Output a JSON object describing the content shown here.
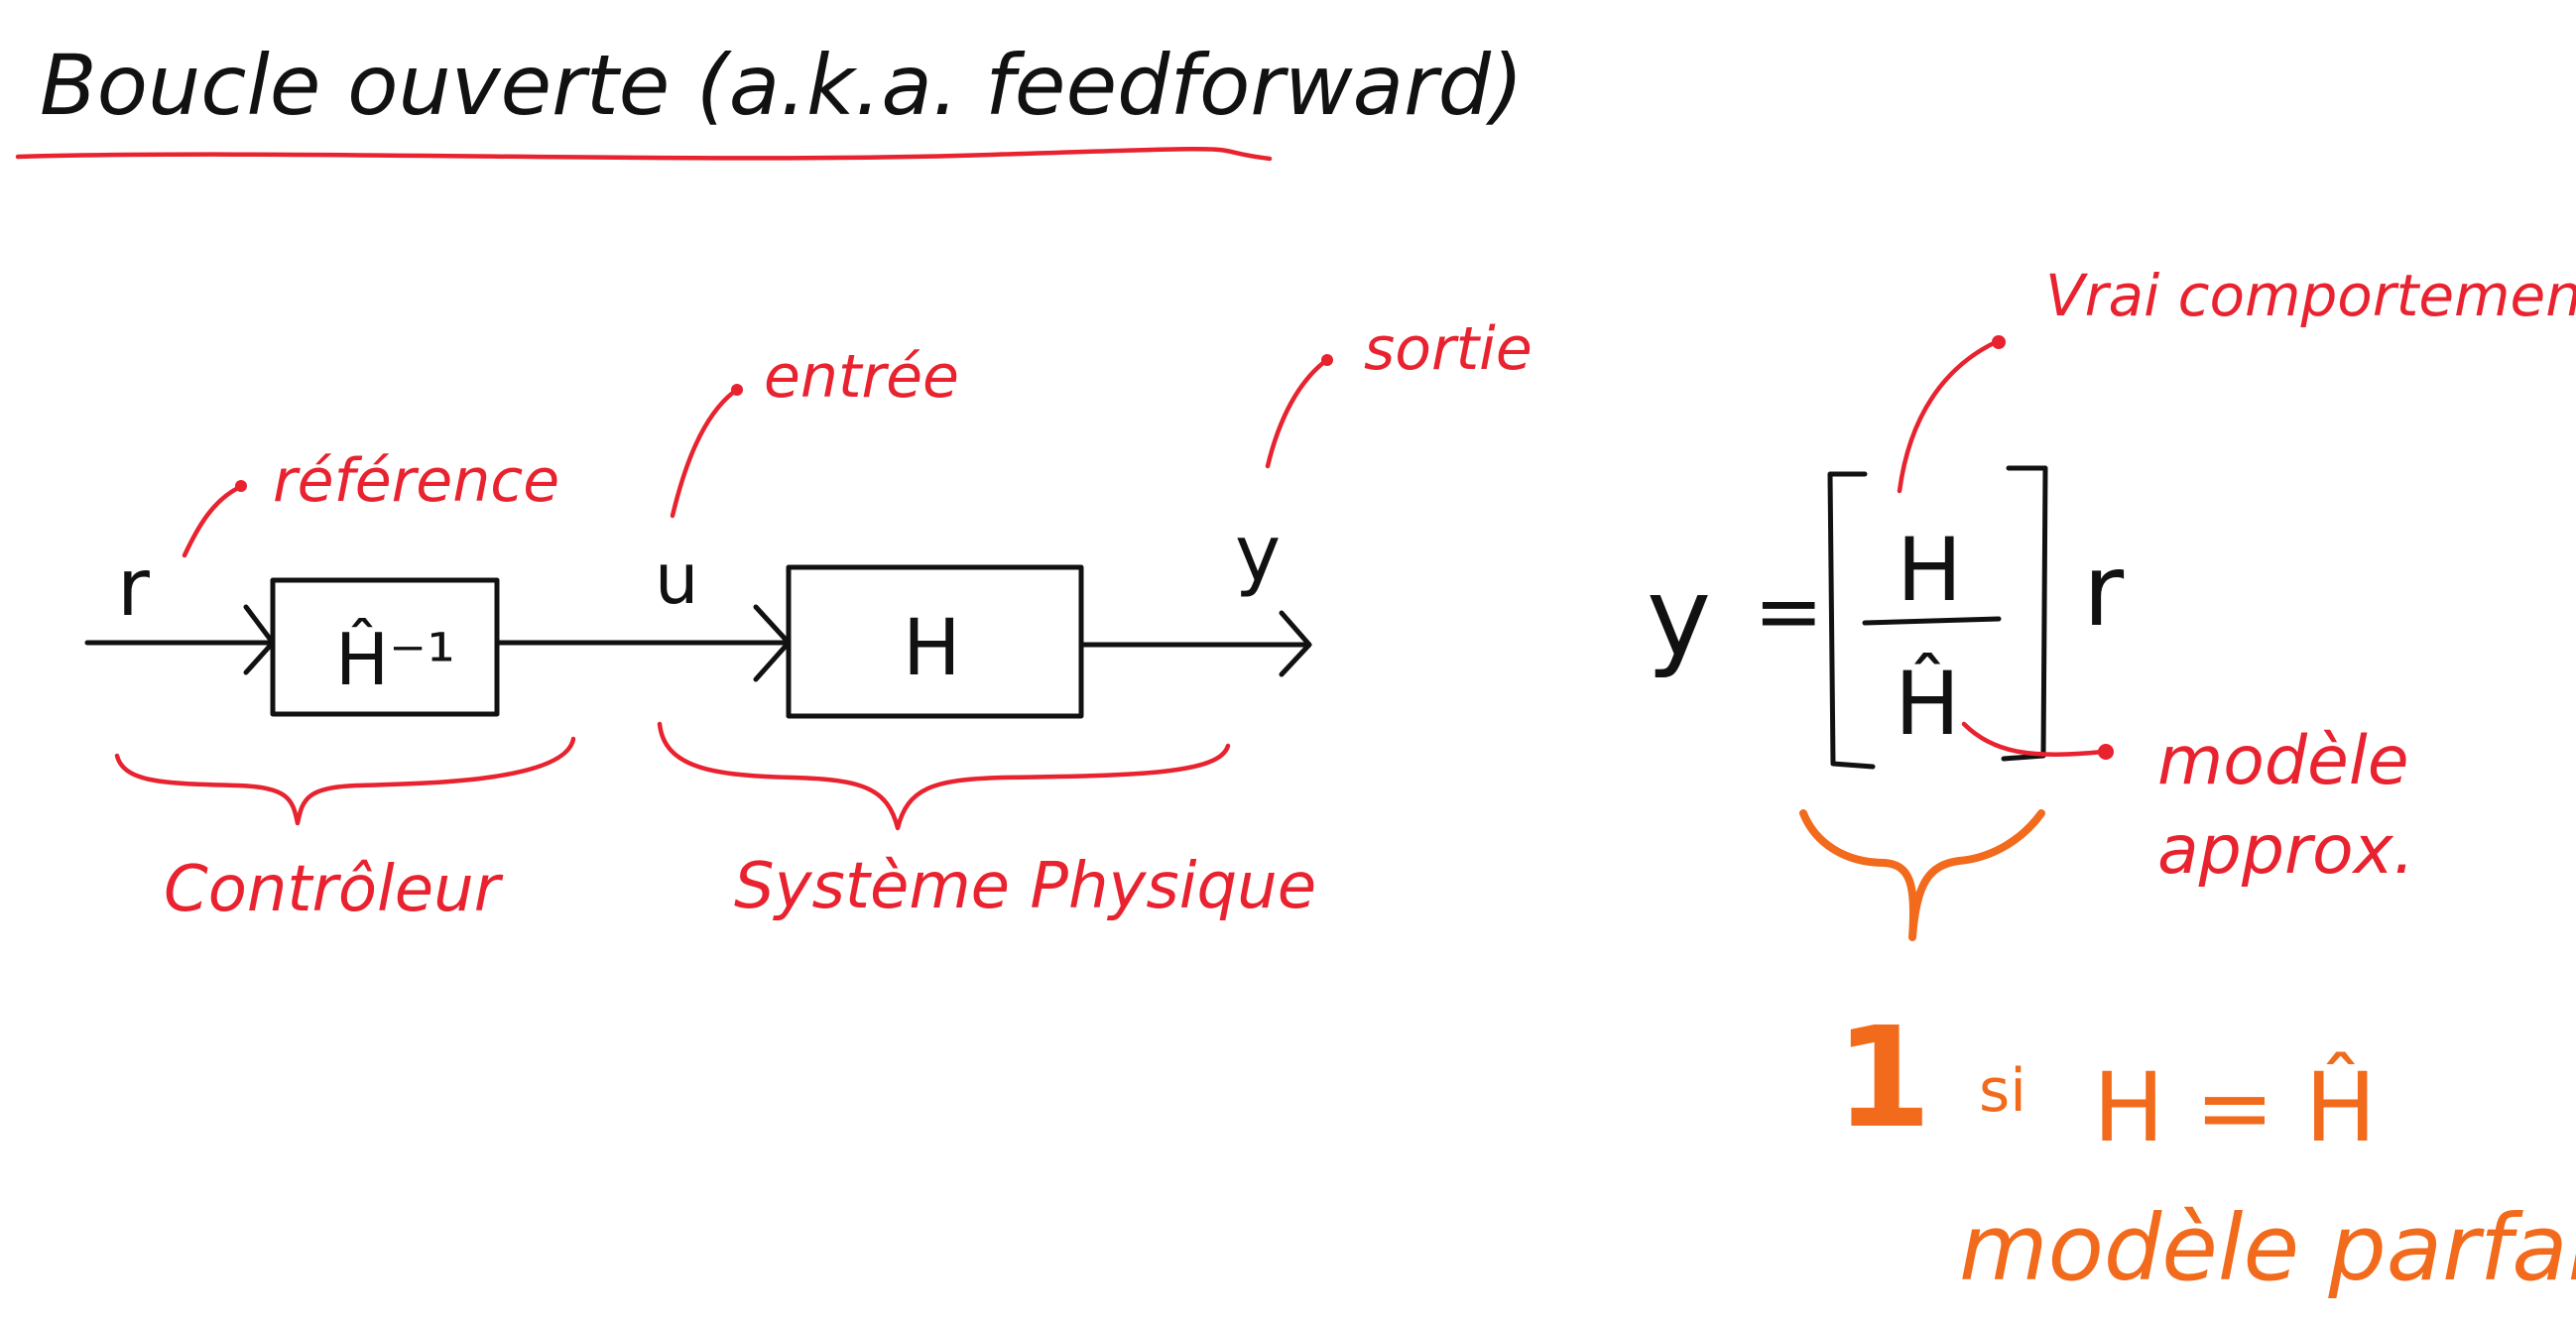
{
  "title": "Boucle ouverte (a.k.a. feedforward)",
  "colors": {
    "ink": "#111111",
    "annotation": "#e8222e",
    "highlight": "#f26a1b",
    "background": "#ffffff"
  },
  "block_diagram": {
    "signals": {
      "reference": "r",
      "input": "u",
      "output": "y"
    },
    "blocks": {
      "controller": "Ĥ⁻¹",
      "plant": "H"
    },
    "labels": {
      "reference": "référence",
      "input": "entrée",
      "output": "sortie",
      "controller_group": "Contrôleur",
      "plant_group": "Système Physique"
    }
  },
  "equation": {
    "lhs": "y",
    "equals": "=",
    "numerator": "H",
    "denominator": "Ĥ",
    "rhs": "r",
    "annotations": {
      "numerator": "Vrai comportement",
      "denominator_line1": "modèle",
      "denominator_line2": "approx."
    },
    "result": {
      "value": "1",
      "condition_word": "si",
      "condition": "H = Ĥ",
      "caption": "modèle parfait"
    }
  }
}
